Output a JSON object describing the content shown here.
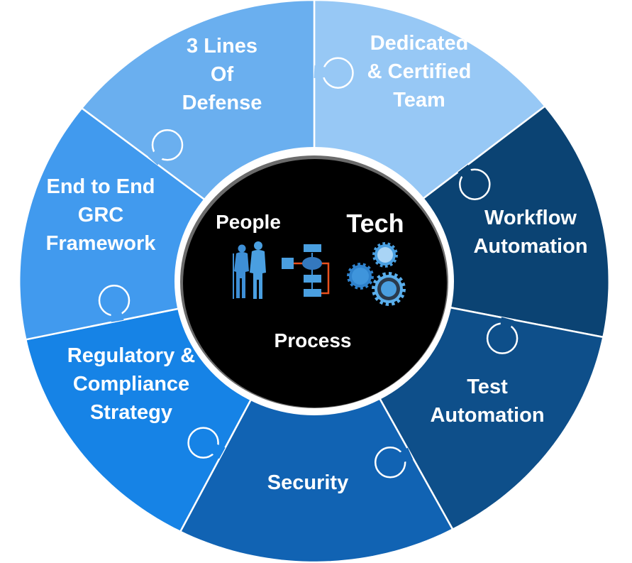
{
  "title": "GRC Puzzle Wheel",
  "hub": {
    "labels": {
      "people": "People",
      "tech": "Tech",
      "process": "Process"
    },
    "icons": [
      "people-silhouette-icon",
      "process-flowchart-icon",
      "tech-gears-icon"
    ],
    "colors": {
      "background": "#000000",
      "icon": "#4A9FE0",
      "accent": "#E8501E"
    }
  },
  "segments": [
    {
      "id": "three-lines-of-defense",
      "lines": [
        "3 Lines",
        "Of",
        "Defense"
      ],
      "color": "#97C8F5",
      "text_color": "#EAF4FD"
    },
    {
      "id": "dedicated-certified-team",
      "lines": [
        "Dedicated",
        "& Certified",
        "Team"
      ],
      "color": "#0B4373",
      "text_color": "#FFFFFF"
    },
    {
      "id": "workflow-automation",
      "lines": [
        "Workflow",
        "Automation"
      ],
      "color": "#0E4F8A",
      "text_color": "#FFFFFF"
    },
    {
      "id": "test-automation",
      "lines": [
        "Test",
        "Automation"
      ],
      "color": "#1163B3",
      "text_color": "#FFFFFF"
    },
    {
      "id": "security",
      "lines": [
        "Security"
      ],
      "color": "#1683E6",
      "text_color": "#FFFFFF"
    },
    {
      "id": "regulatory-compliance-strategy",
      "lines": [
        "Regulatory &",
        "Compliance",
        "Strategy"
      ],
      "color": "#419AEE",
      "text_color": "#FFFFFF"
    },
    {
      "id": "end-to-end-grc-framework",
      "lines": [
        "End to End",
        "GRC",
        "Framework"
      ],
      "color": "#6AAFEF",
      "text_color": "#FFFFFF"
    }
  ]
}
